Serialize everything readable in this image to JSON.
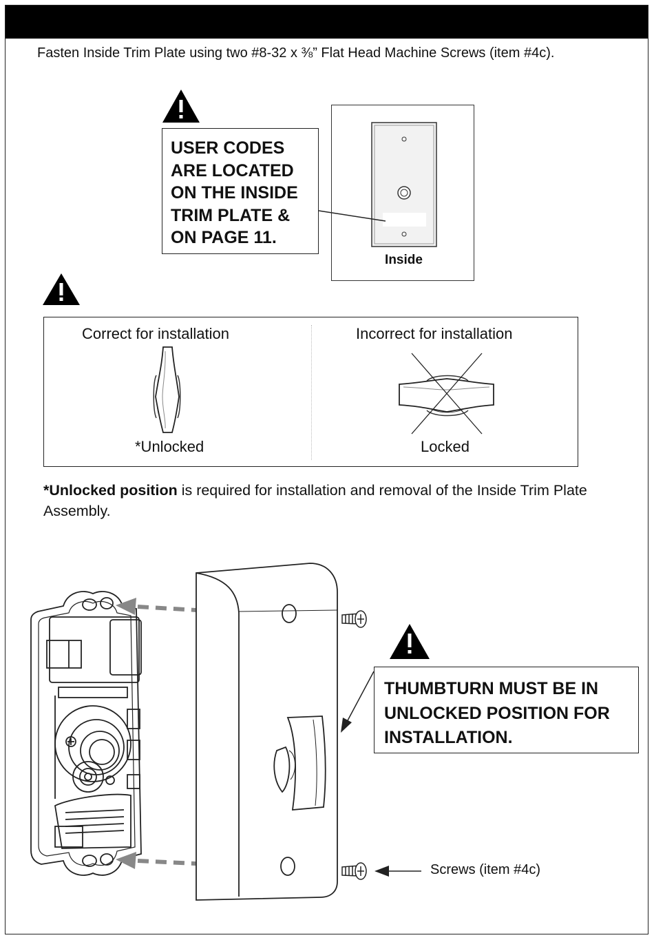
{
  "intro_text": "Fasten Inside Trim Plate using two #8-32 x ⅜” Flat Head Machine Screws (item #4c).",
  "warning_user_codes": {
    "lines": [
      "USER CODES",
      "ARE LOCATED",
      "ON THE INSIDE",
      "TRIM PLATE &",
      "ON PAGE 11."
    ]
  },
  "inside_label": "Inside",
  "comparison": {
    "correct_title": "Correct for installation",
    "incorrect_title": "Incorrect for installation",
    "correct_caption": "*Unlocked",
    "incorrect_caption": "Locked"
  },
  "note": {
    "bold": "*Unlocked position",
    "rest": " is required for installation and removal of the Inside Trim Plate Assembly."
  },
  "warning_thumbturn": {
    "lines": [
      "THUMBTURN MUST BE IN",
      "UNLOCKED POSITION FOR",
      "INSTALLATION."
    ]
  },
  "screws_label": "Screws (item #4c)",
  "icons": [
    "warning-triangle-icon",
    "screw-icon",
    "arrow-icon"
  ]
}
